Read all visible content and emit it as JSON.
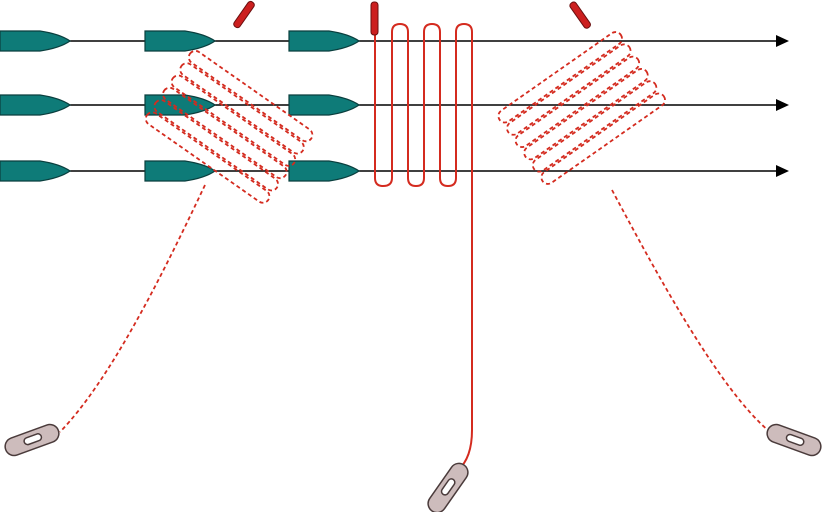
{
  "colors": {
    "background": "#ffffff",
    "line": "#000000",
    "fish": "#0e7b78",
    "fish_outline": "#0a3f3e",
    "coil": "#d42b1f",
    "marker": "#cc1f1f",
    "marker_outline": "#6a0f0f",
    "sensor_body": "#cdbcbc",
    "sensor_outline": "#4a3b3b"
  },
  "icons": {
    "arrowhead": "arrow-head-icon",
    "fish": "fish-shape-icon",
    "sensor": "capsule-sensor-icon",
    "marker": "red-marker-icon"
  },
  "rows": 3,
  "fish_per_row": 3,
  "coils": [
    {
      "name": "left-coil",
      "style": "dashed"
    },
    {
      "name": "center-coil",
      "style": "solid"
    },
    {
      "name": "right-coil",
      "style": "dashed"
    }
  ]
}
